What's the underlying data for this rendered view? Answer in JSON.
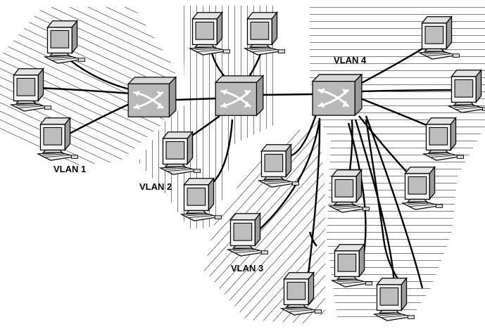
{
  "diagram": {
    "vlans": [
      {
        "id": "vlan1",
        "label": "VLAN 1"
      },
      {
        "id": "vlan2",
        "label": "VLAN 2"
      },
      {
        "id": "vlan3",
        "label": "VLAN 3"
      },
      {
        "id": "vlan4",
        "label": "VLAN 4"
      }
    ],
    "switches": [
      {
        "id": "switch-a"
      },
      {
        "id": "switch-b"
      },
      {
        "id": "switch-c"
      }
    ],
    "colors": {
      "switch_face": "#b9b9b9",
      "switch_top": "#d8d8d8",
      "switch_side": "#9a9a9a",
      "line": "#000000",
      "background": "#ffffff"
    }
  }
}
